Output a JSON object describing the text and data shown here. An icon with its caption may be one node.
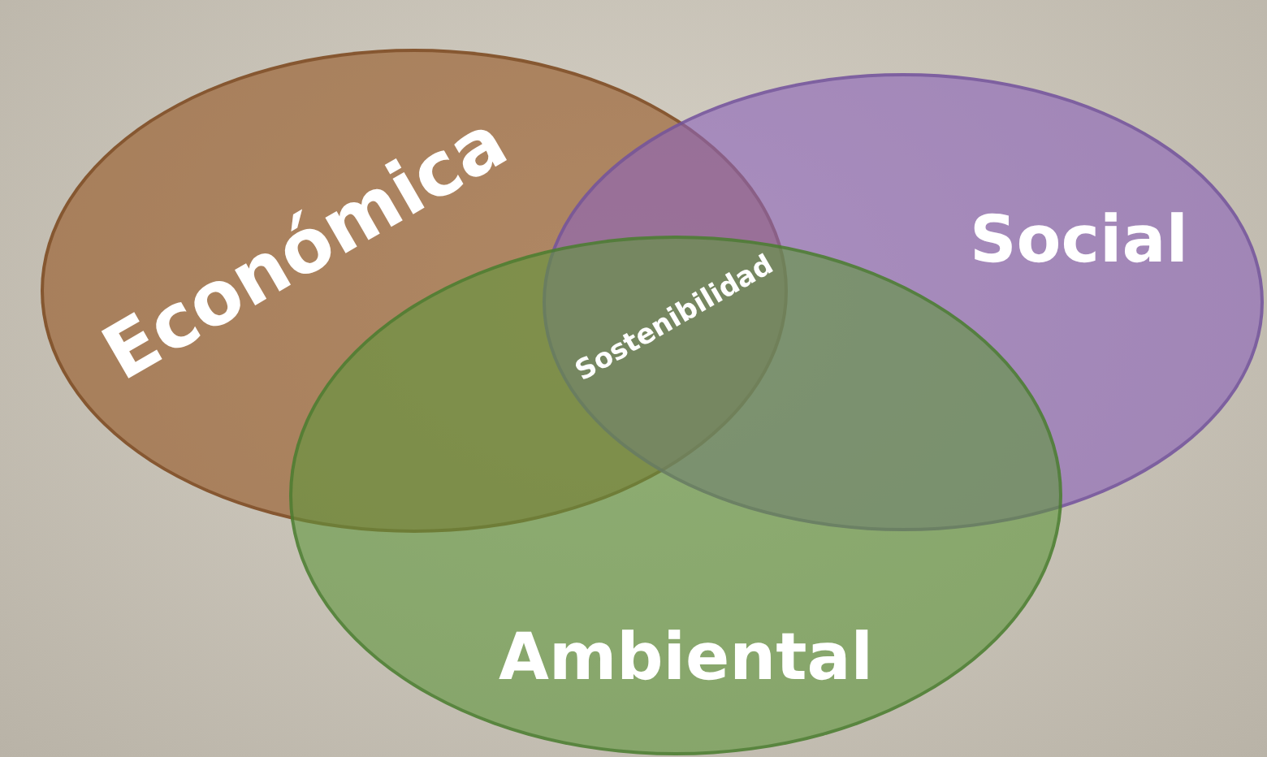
{
  "diagram": {
    "nodes": [
      {
        "text": [
          "Económica"
        ]
      },
      {
        "text": [
          "Social"
        ]
      },
      {
        "text": [
          "Ambiental"
        ]
      }
    ],
    "labels": [
      "Sostenibilidad"
    ]
  }
}
